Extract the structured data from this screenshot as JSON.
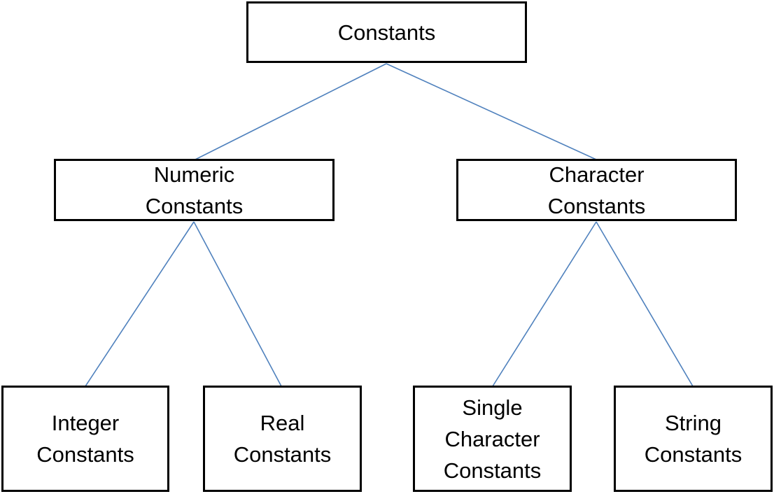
{
  "diagram": {
    "root": "Constants",
    "numeric": "Numeric\nConstants",
    "character": "Character\nConstants",
    "integer": "Integer\nConstants",
    "real": "Real\nConstants",
    "single_character": "Single\nCharacter\nConstants",
    "string": "String\nConstants",
    "edges": [
      [
        "root",
        "numeric"
      ],
      [
        "root",
        "character"
      ],
      [
        "numeric",
        "integer"
      ],
      [
        "numeric",
        "real"
      ],
      [
        "character",
        "single_character"
      ],
      [
        "character",
        "string"
      ]
    ],
    "edge_color": "#4f81bd",
    "box_border_color": "#000000"
  }
}
